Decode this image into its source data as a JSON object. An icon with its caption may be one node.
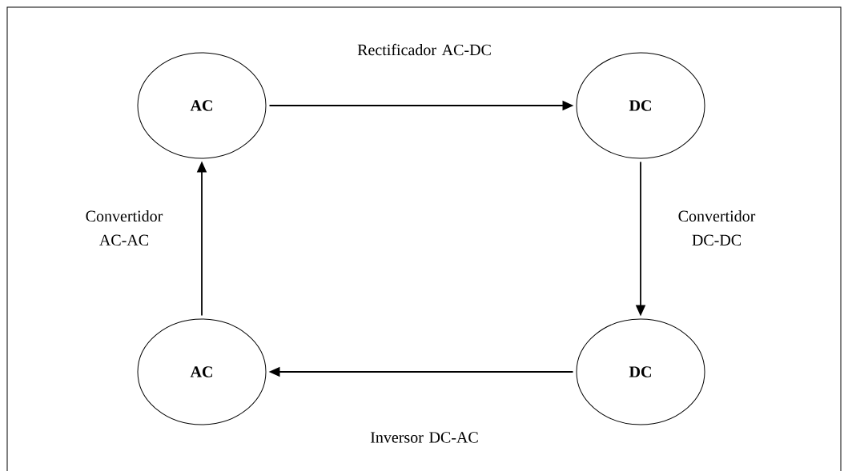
{
  "diagram": {
    "nodes": [
      {
        "text": [
          "AC"
        ]
      },
      {
        "text": [
          "DC"
        ]
      },
      {
        "text": [
          "AC"
        ]
      },
      {
        "text": [
          "DC"
        ]
      }
    ],
    "edges": [
      {
        "from": 0,
        "to": 1,
        "arrow": "to",
        "label": "Rectificador AC-DC"
      },
      {
        "from": 1,
        "to": 3,
        "arrow": "to",
        "label": "Convertidor DC-DC"
      },
      {
        "from": 3,
        "to": 2,
        "arrow": "to",
        "label": "Inversor DC-AC"
      },
      {
        "from": 2,
        "to": 0,
        "arrow": "to",
        "label": "Convertidor AC-AC"
      }
    ]
  }
}
